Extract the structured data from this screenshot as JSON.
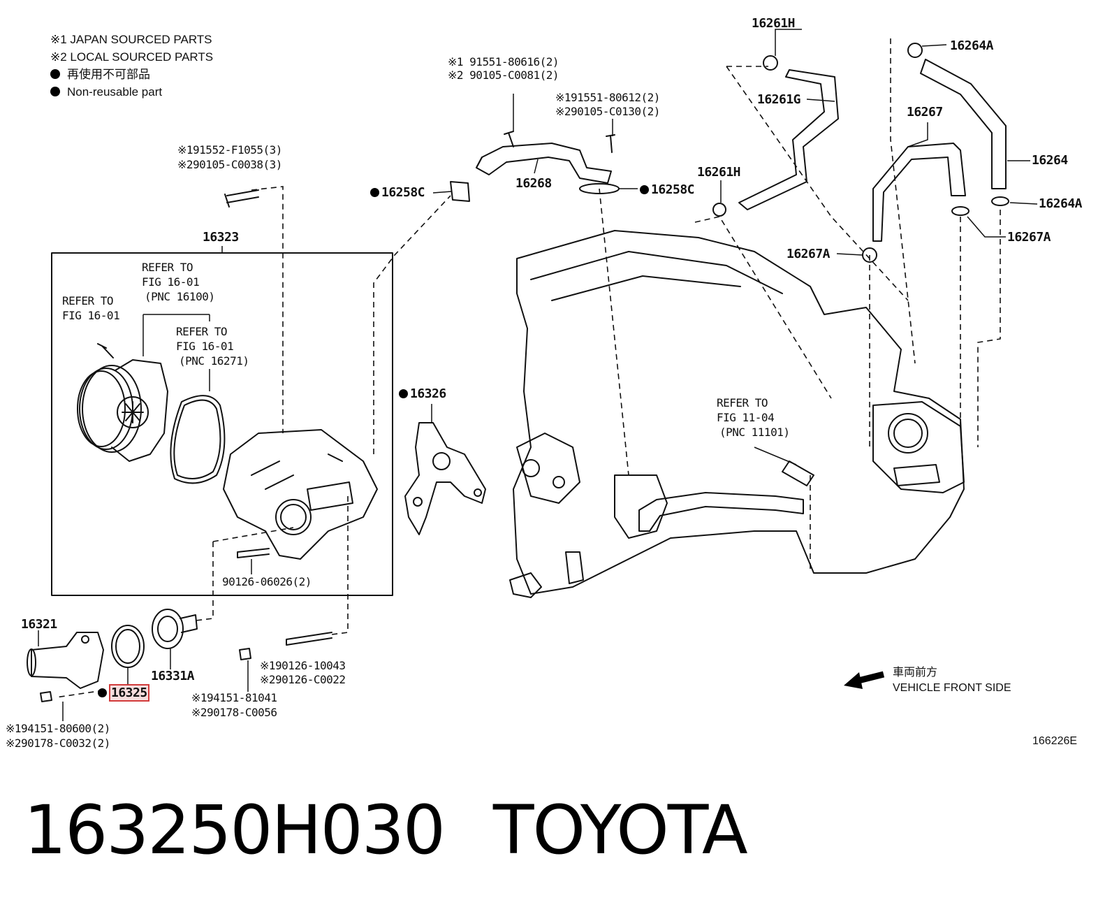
{
  "legend": {
    "japan": "※1 JAPAN SOURCED PARTS",
    "local": "※2 LOCAL SOURCED PARTS",
    "nonreusable_jp": "再使用不可部品",
    "nonreusable_en": "Non-reusable part"
  },
  "labels": {
    "p16261H_top": "16261H",
    "p16264A_top": "16264A",
    "p16261G": "16261G",
    "p16267": "16267",
    "p16264": "16264",
    "p16264A_right": "16264A",
    "p16261H_mid": "16261H",
    "p16267A_right": "16267A",
    "p16267A_left": "16267A",
    "p16258C_left": "16258C",
    "p16258C_right": "16258C",
    "p16268": "16268",
    "bolt1_a": "※1 91551-80616(2)",
    "bolt1_b": "※2 90105-C0081(2)",
    "bolt2_a": "※191551-80612(2)",
    "bolt2_b": "※290105-C0130(2)",
    "bolt3_a": "※191552-F1055(3)",
    "bolt3_b": "※290105-C0038(3)",
    "p16323": "16323",
    "refer1_a": "REFER TO",
    "refer1_b": "FIG 16-01",
    "refer1_c": "(PNC 16100)",
    "refer2_a": "REFER TO",
    "refer2_b": "FIG 16-01",
    "refer3_a": "REFER TO",
    "refer3_b": "FIG 16-01",
    "refer3_c": "(PNC 16271)",
    "p16326": "16326",
    "refer4_a": "REFER TO",
    "refer4_b": "FIG 11-04",
    "refer4_c": "(PNC 11101)",
    "stud1": "90126-06026(2)",
    "p16321": "16321",
    "p16331A": "16331A",
    "p16325": "16325",
    "stud2_a": "※190126-10043",
    "stud2_b": "※290126-C0022",
    "nut1_a": "※194151-81041",
    "nut1_b": "※290178-C0056",
    "bolt4_a": "※194151-80600(2)",
    "bolt4_b": "※290178-C0032(2)"
  },
  "direction": {
    "jp": "車両前方",
    "en": "VEHICLE FRONT SIDE"
  },
  "figure_code": "166226E",
  "footer": {
    "part_number": "163250H030",
    "brand": "TOYOTA"
  },
  "colors": {
    "line": "#111111",
    "highlight_border": "#d23b3b",
    "highlight_fill": "#f6dede"
  }
}
